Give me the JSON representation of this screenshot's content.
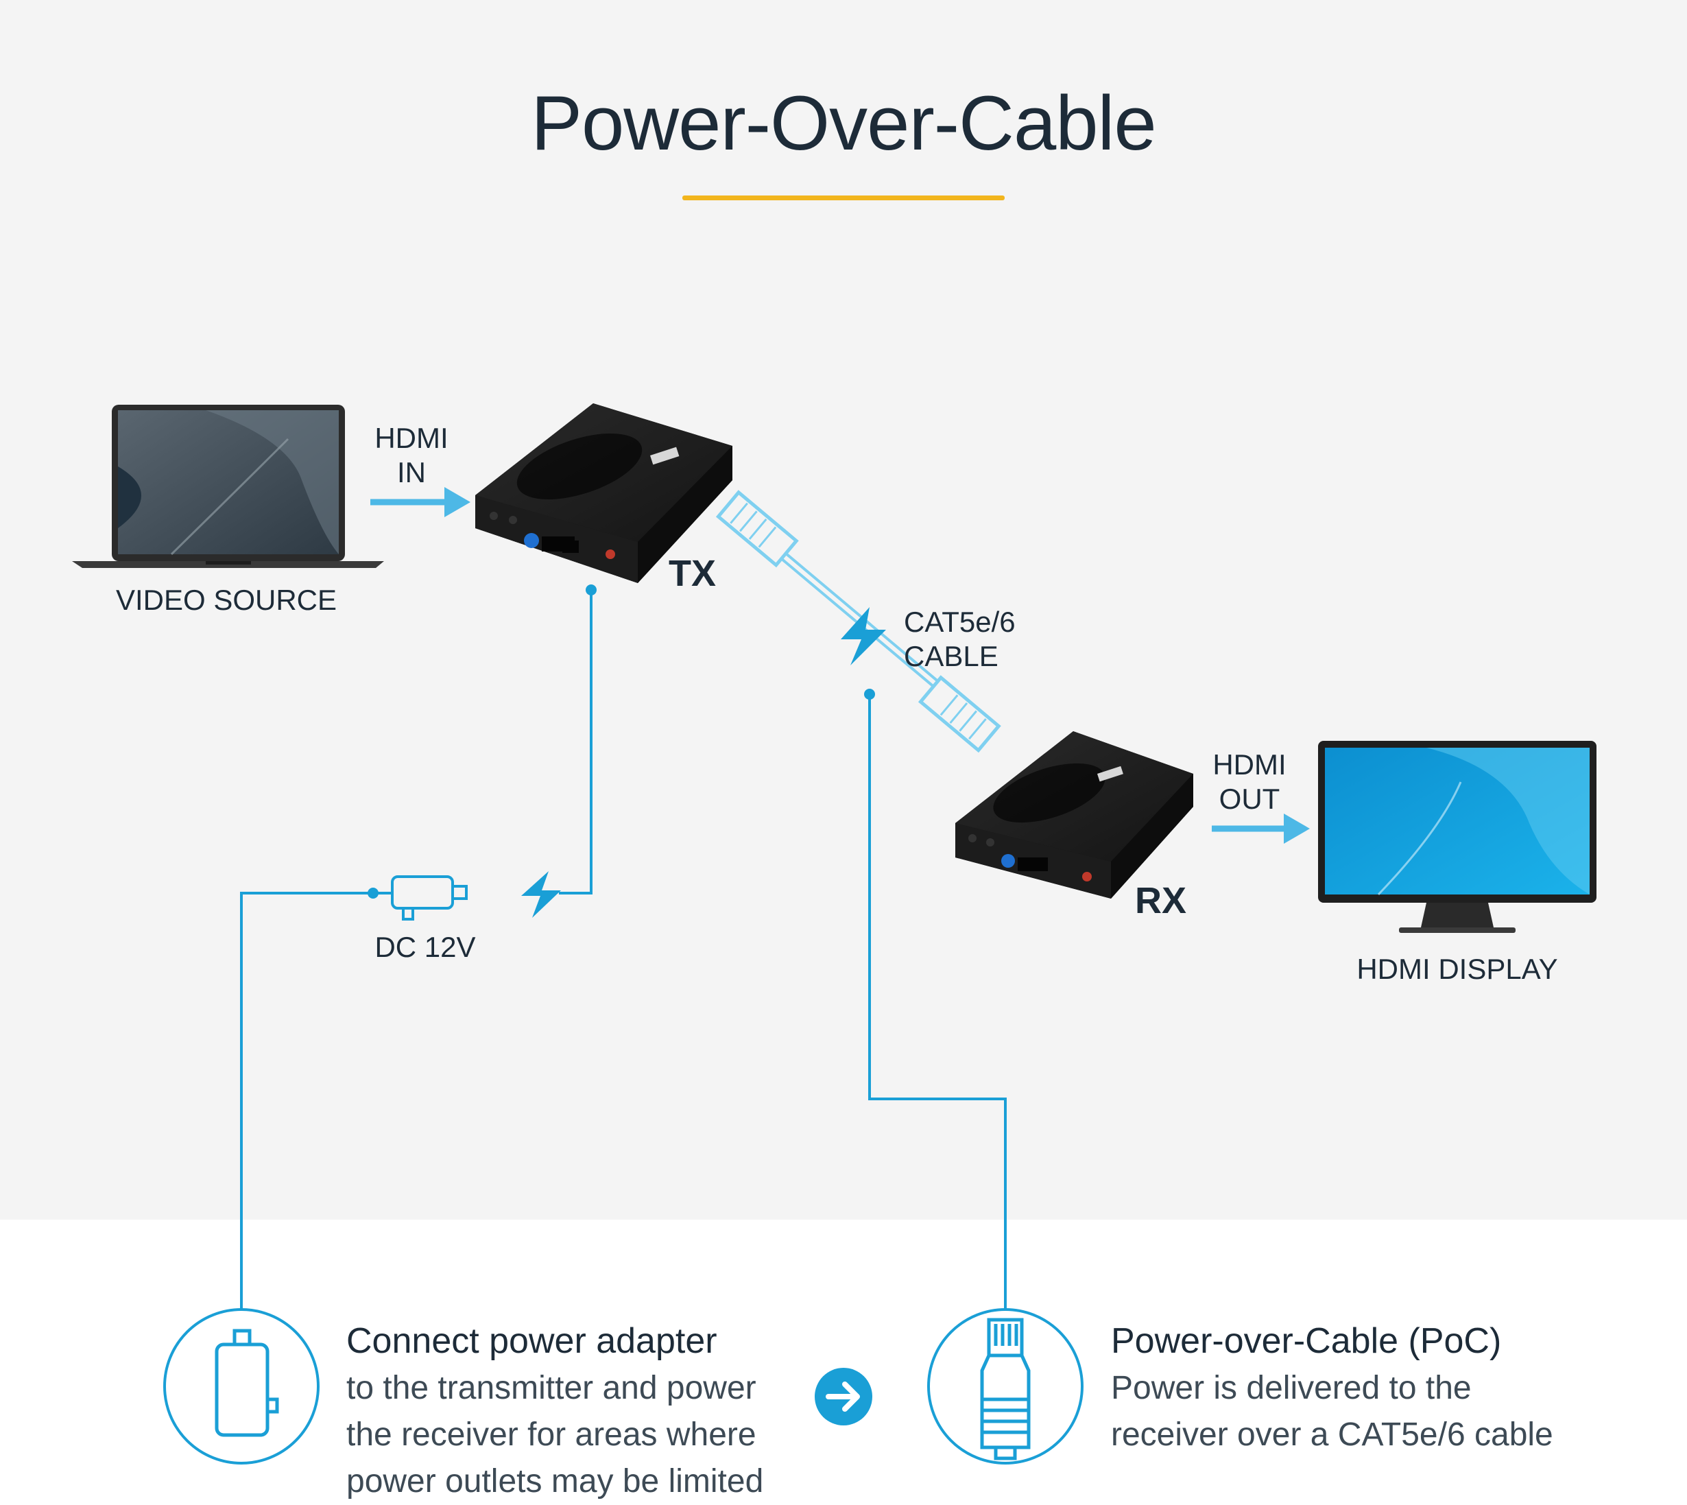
{
  "title": "Power-Over-Cable",
  "colors": {
    "accent": "#f2b51d",
    "line": "#1a9fd6",
    "arrow": "#4db8e6",
    "text": "#1d2b38",
    "device": "#1e1e1e"
  },
  "labels": {
    "video_source": "VIDEO SOURCE",
    "hdmi_in_1": "HDMI",
    "hdmi_in_2": "IN",
    "tx": "TX",
    "rx": "RX",
    "cable": "CAT5e/6 CABLE",
    "hdmi_out_1": "HDMI",
    "hdmi_out_2": "OUT",
    "hdmi_display": "HDMI DISPLAY",
    "dc": "DC 12V"
  },
  "steps": [
    {
      "heading": "Connect power adapter",
      "lines": [
        "to the transmitter and power",
        "the receiver for areas where",
        "power outlets may be limited"
      ],
      "icon": "power-adapter-icon"
    },
    {
      "heading": "Power-over-Cable (PoC)",
      "lines": [
        "Power is delivered to the",
        "receiver over a CAT5e/6 cable"
      ],
      "icon": "ethernet-plug-icon"
    }
  ]
}
